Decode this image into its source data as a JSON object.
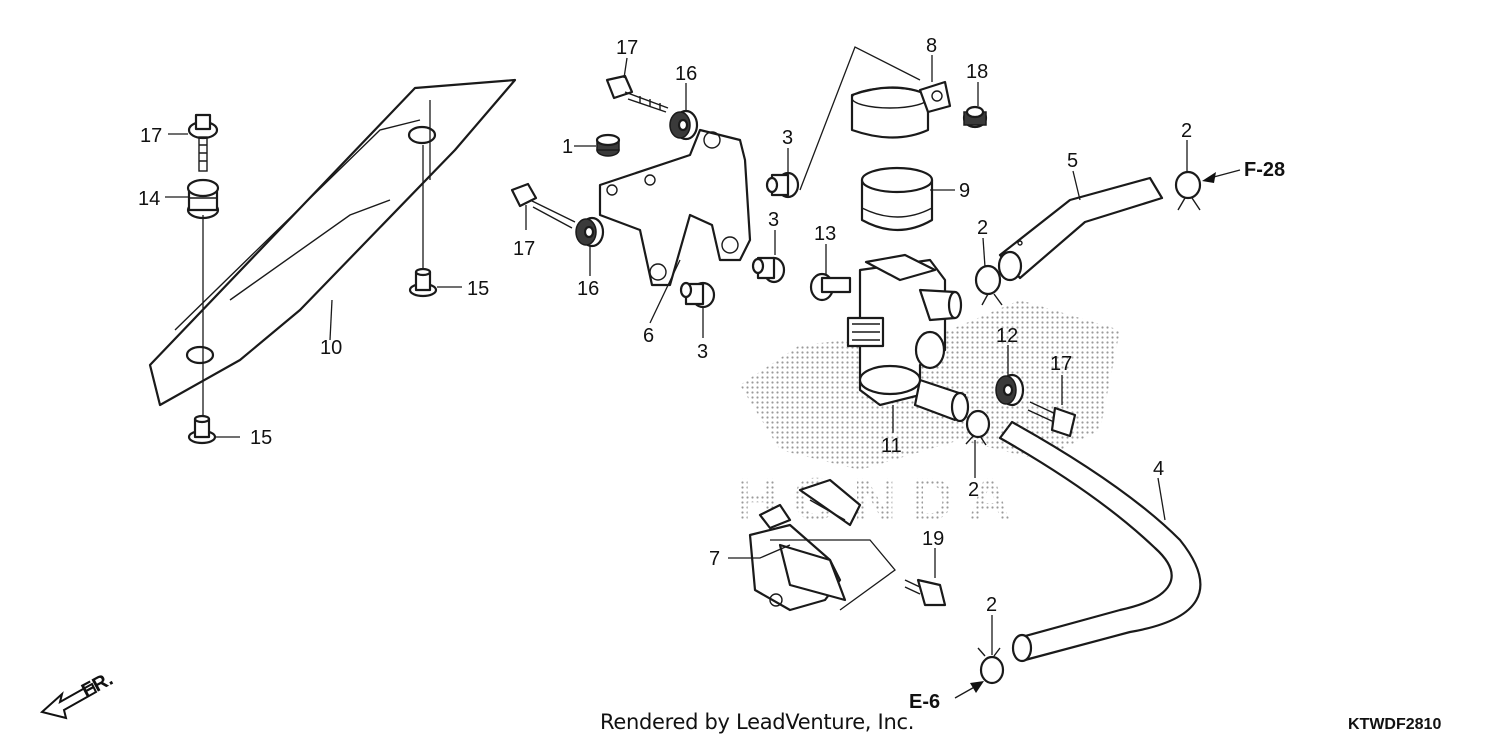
{
  "callouts": {
    "c17a": "17",
    "c16a": "16",
    "c8": "8",
    "c18": "18",
    "c17b": "17",
    "c14": "14",
    "c1": "1",
    "c3a": "3",
    "c9": "9",
    "c5": "5",
    "c2a": "2",
    "f28": "F-28",
    "c17c": "17",
    "c3b": "3",
    "c13": "13",
    "c2b": "2",
    "c15a": "15",
    "c16b": "16",
    "c10": "10",
    "c6": "6",
    "c3c": "3",
    "c12": "12",
    "c17d": "17",
    "c15b": "15",
    "c11": "11",
    "c2c": "2",
    "c4": "4",
    "c7": "7",
    "c19": "19",
    "c2d": "2",
    "e6": "E-6",
    "fr": "FR."
  },
  "watermark_text": "HONDA",
  "footer": {
    "credit": "Rendered by LeadVenture, Inc.",
    "diagram_code": "KTWDF2810"
  }
}
